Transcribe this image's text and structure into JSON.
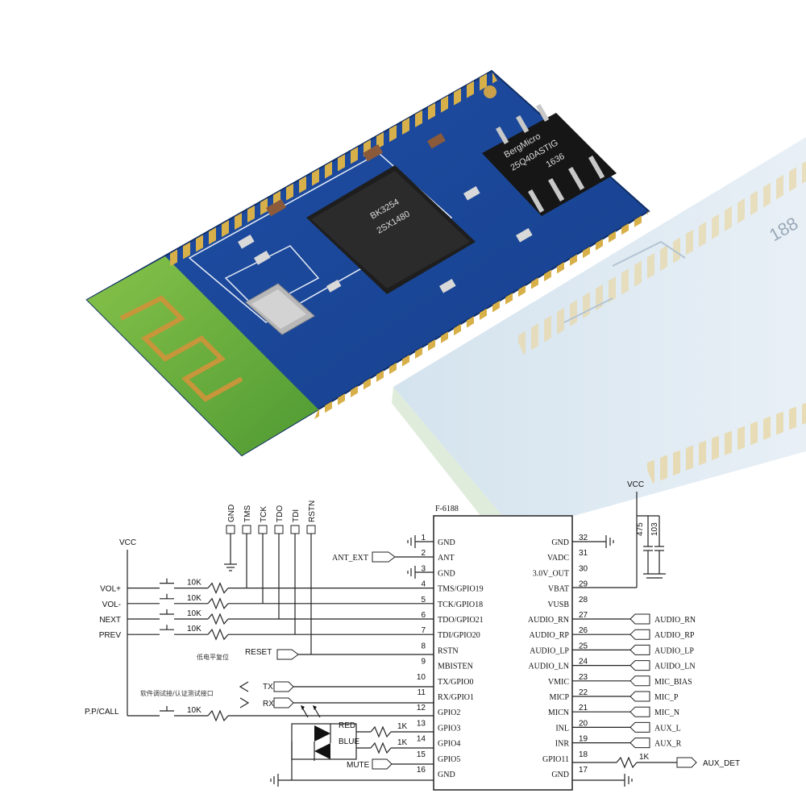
{
  "photo": {
    "flash_chip_lines": [
      "BergMicro",
      "25Q40ASTIG",
      "1636"
    ],
    "main_chip_lines": [
      "BK3254",
      "2SX1480"
    ],
    "faded_board_text": "188"
  },
  "schematic": {
    "chip_name": "F-6188",
    "left_pins": [
      {
        "num": "1",
        "name": "GND"
      },
      {
        "num": "2",
        "name": "ANT"
      },
      {
        "num": "3",
        "name": "GND"
      },
      {
        "num": "4",
        "name": "TMS/GPIO19"
      },
      {
        "num": "5",
        "name": "TCK/GPIO18"
      },
      {
        "num": "6",
        "name": "TDO/GPIO21"
      },
      {
        "num": "7",
        "name": "TDI/GPIO20"
      },
      {
        "num": "8",
        "name": "RSTN"
      },
      {
        "num": "9",
        "name": "MBISTEN"
      },
      {
        "num": "10",
        "name": "TX/GPIO0"
      },
      {
        "num": "11",
        "name": "RX/GPIO1"
      },
      {
        "num": "12",
        "name": "GPIO2"
      },
      {
        "num": "13",
        "name": "GPIO3"
      },
      {
        "num": "14",
        "name": "GPIO4"
      },
      {
        "num": "15",
        "name": "GPIO5"
      },
      {
        "num": "16",
        "name": "GND"
      }
    ],
    "right_pins": [
      {
        "num": "32",
        "name": "GND"
      },
      {
        "num": "31",
        "name": "VADC"
      },
      {
        "num": "30",
        "name": "3.0V_OUT"
      },
      {
        "num": "29",
        "name": "VBAT"
      },
      {
        "num": "28",
        "name": "VUSB"
      },
      {
        "num": "27",
        "name": "AUDIO_RN"
      },
      {
        "num": "26",
        "name": "AUDIO_RP"
      },
      {
        "num": "25",
        "name": "AUDIO_LP"
      },
      {
        "num": "24",
        "name": "AUDIO_LN"
      },
      {
        "num": "23",
        "name": "VMIC"
      },
      {
        "num": "22",
        "name": "MICP"
      },
      {
        "num": "21",
        "name": "MICN"
      },
      {
        "num": "20",
        "name": "INL"
      },
      {
        "num": "19",
        "name": "INR"
      },
      {
        "num": "18",
        "name": "GPIO11"
      },
      {
        "num": "17",
        "name": "GND"
      }
    ],
    "right_nets": [
      "AUDIO_RN",
      "AUDIO_RP",
      "AUDIO_LP",
      "AUIDO_LN",
      "MIC_BIAS",
      "MIC_P",
      "MIC_N",
      "AUX_L",
      "AUX_R"
    ],
    "jtag_labels": [
      "GND",
      "TMS",
      "TCK",
      "TDO",
      "TDI",
      "RSTN"
    ],
    "vcc_left": "VCC",
    "vcc_right": "VCC",
    "cap_labels": [
      "475",
      "103"
    ],
    "buttons": [
      {
        "label": "VOL+",
        "resistor": "10K"
      },
      {
        "label": "VOL-",
        "resistor": "10K"
      },
      {
        "label": "NEXT",
        "resistor": "10K"
      },
      {
        "label": "PREV",
        "resistor": "10K"
      }
    ],
    "pp_call": {
      "label": "P.P/CALL",
      "resistor": "10K"
    },
    "ant_ext": "ANT_EXT",
    "reset": "RESET",
    "reset_note": "低电平复位",
    "uart_note": "软件调试接/认证测试接口",
    "tx": "TX",
    "rx": "RX",
    "led_red": "RED",
    "led_blue": "BLUE",
    "led_res_red": "1K",
    "led_res_blue": "1K",
    "mute": "MUTE",
    "aux_res": "1K",
    "aux_det": "AUX_DET"
  }
}
